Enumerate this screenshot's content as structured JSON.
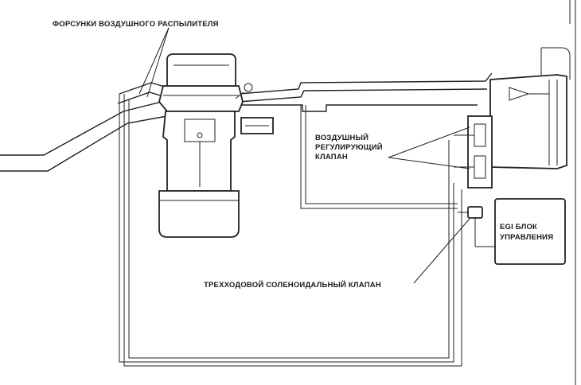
{
  "labels": {
    "air_injectors": "ФОРСУНКИ ВОЗДУШНОГО РАСПЫЛИТЕЛЯ",
    "air_valve_line1": "ВОЗДУШНЫЙ",
    "air_valve_line2": "РЕГУЛИРУЮЩИЙ",
    "air_valve_line3": "КЛАПАН",
    "egi_line1": "EGI БЛОК",
    "egi_line2": "УПРАВЛЕНИЯ",
    "solenoid": "ТРЕХХОДОВОЙ СОЛЕНОИДАЛЬНЫЙ КЛАПАН"
  }
}
